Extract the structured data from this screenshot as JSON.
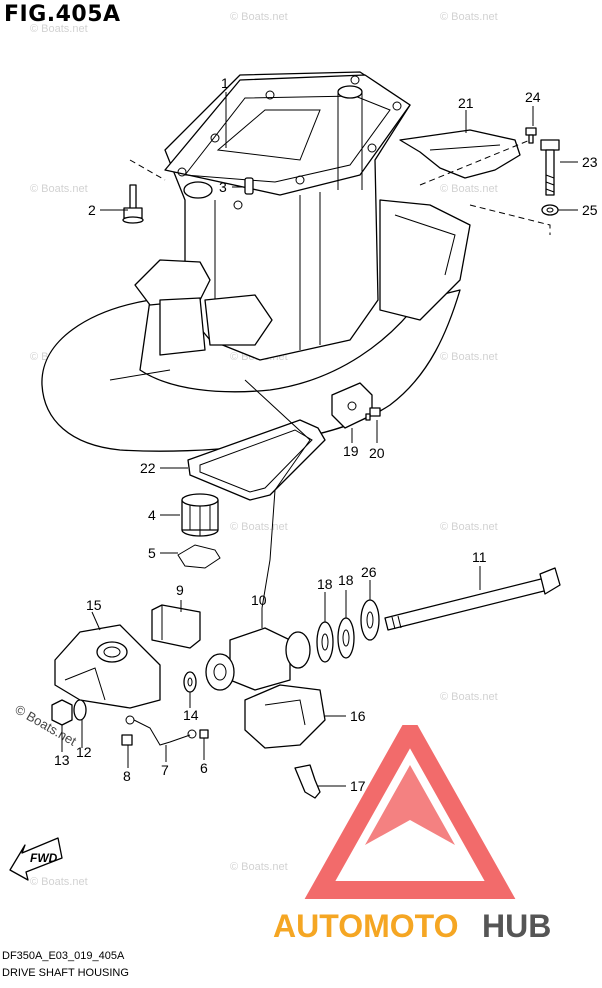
{
  "figure": {
    "title": "FIG.405A",
    "code": "DF350A_E03_019_405A",
    "name": "DRIVE SHAFT HOUSING"
  },
  "watermark": {
    "text": "© Boats.net"
  },
  "brand": {
    "text_primary": "AUTOMOTO",
    "text_secondary": "HUB",
    "primary_color": "#f5a623",
    "secondary_color": "#555555",
    "triangle_color": "#f26b6b"
  },
  "fwd_label": "FWD",
  "parts": [
    {
      "num": "1"
    },
    {
      "num": "2"
    },
    {
      "num": "3"
    },
    {
      "num": "4"
    },
    {
      "num": "5"
    },
    {
      "num": "6"
    },
    {
      "num": "7"
    },
    {
      "num": "8"
    },
    {
      "num": "9"
    },
    {
      "num": "10"
    },
    {
      "num": "11"
    },
    {
      "num": "12"
    },
    {
      "num": "13"
    },
    {
      "num": "14"
    },
    {
      "num": "15"
    },
    {
      "num": "16"
    },
    {
      "num": "17"
    },
    {
      "num": "18"
    },
    {
      "num": "18"
    },
    {
      "num": "19"
    },
    {
      "num": "20"
    },
    {
      "num": "21"
    },
    {
      "num": "22"
    },
    {
      "num": "23"
    },
    {
      "num": "24"
    },
    {
      "num": "25"
    },
    {
      "num": "26"
    }
  ]
}
